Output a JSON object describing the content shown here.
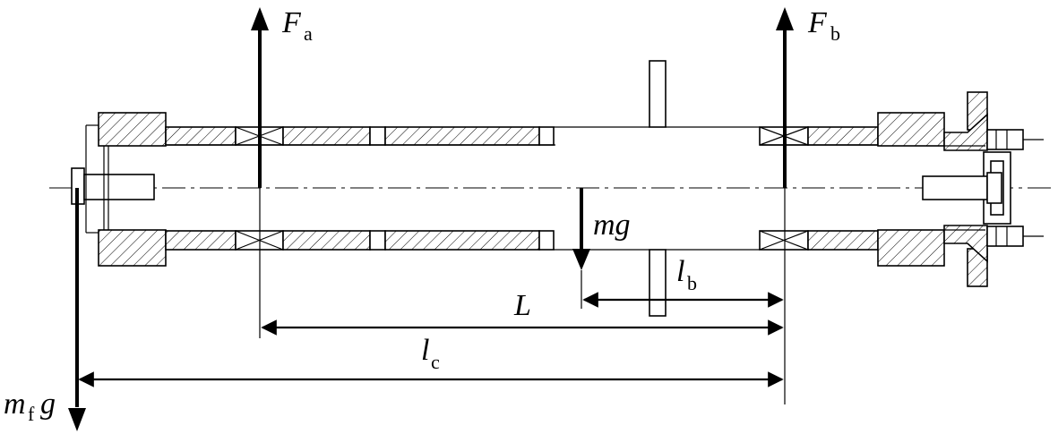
{
  "labels": {
    "fa_main": "F",
    "fa_sub": "a",
    "fb_main": "F",
    "fb_sub": "b",
    "mg": "mg",
    "mfg_m": "m",
    "mfg_f": "f",
    "mfg_g": "g",
    "L": "L",
    "lb_main": "l",
    "lb_sub": "b",
    "lc_main": "l",
    "lc_sub": "c"
  }
}
